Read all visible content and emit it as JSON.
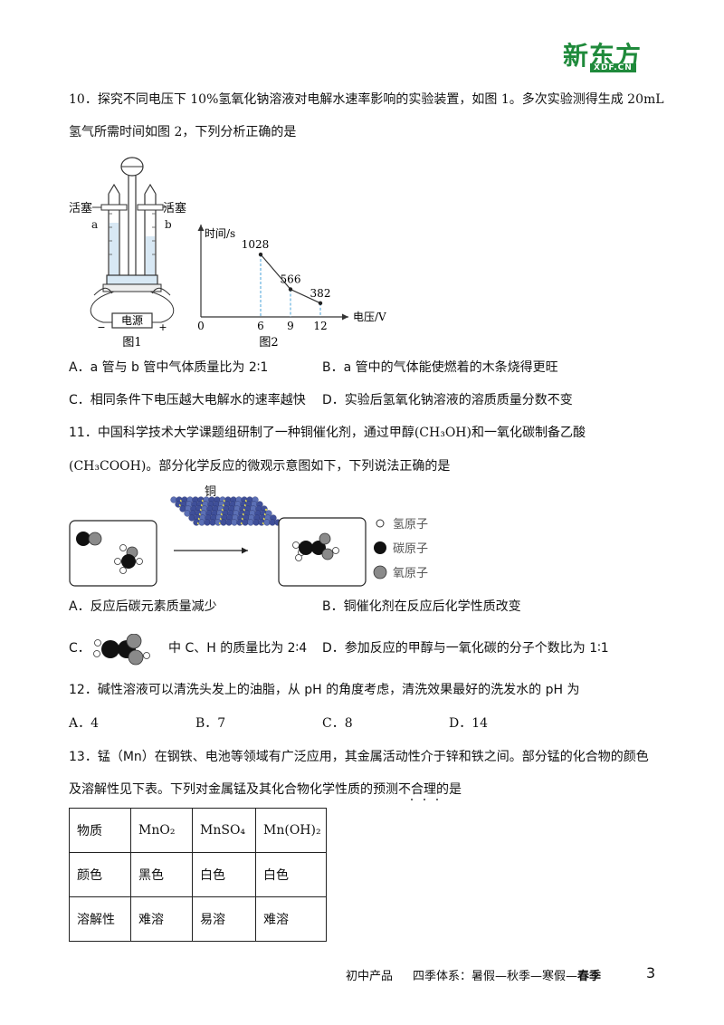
{
  "logo": {
    "cn": "新东方",
    "en": "XDF.CN"
  },
  "q10": {
    "line1": "10．探究不同电压下 10%氢氧化钠溶液对电解水速率影响的实验装置，如图 1。多次实验测得生成 20mL",
    "line2": "氢气所需时间如图 2，下列分析正确的是",
    "fig1": {
      "stopcock_left": "活塞",
      "stopcock_right": "活塞",
      "label_a": "a",
      "label_b": "b",
      "power": "电源",
      "minus": "−",
      "plus": "+",
      "caption": "图1"
    },
    "fig2": {
      "ylabel": "时间/s",
      "xlabel": "电压/V",
      "origin": "0",
      "caption": "图2"
    },
    "options": {
      "A": "A．a 管与 b 管中气体质量比为 2∶1",
      "B": "B．a 管中的气体能使燃着的木条烧得更旺",
      "C": "C．相同条件下电压越大电解水的速率越快",
      "D": "D．实验后氢氧化钠溶液的溶质质量分数不变"
    }
  },
  "chart_data": {
    "type": "line",
    "x": [
      6,
      9,
      12
    ],
    "y": [
      1028,
      566,
      382
    ],
    "xlabel": "电压/V",
    "ylabel": "时间/s",
    "point_labels": [
      "1028",
      "566",
      "382"
    ],
    "tick_labels": [
      "6",
      "9",
      "12"
    ]
  },
  "q11": {
    "line1a": "11．中国科学技术大学课题组研制了一种铜催化剂，通过甲醇",
    "methanol": "(CH₃OH)",
    "line1b": "和一氧化碳制备乙酸",
    "acetic": "(CH₃COOH)",
    "line2": "。部分化学反应的微观示意图如下，下列说法正确的是",
    "catalyst": "铜",
    "legend": {
      "h": "氢原子",
      "c": "碳原子",
      "o": "氧原子"
    },
    "options": {
      "A": "A．反应后碳元素质量减少",
      "B": "B．铜催化剂在反应后化学性质改变",
      "C_prefix": "C．",
      "C_text": "中 C、H 的质量比为 2∶4",
      "D": "D．参加反应的甲醇与一氧化碳的分子个数比为 1∶1"
    }
  },
  "q12": {
    "stem": "12．碱性溶液可以清洗头发上的油脂，从 pH 的角度考虑，清洗效果最好的洗发水的 pH 为",
    "options": {
      "A": "A．4",
      "B": "B．7",
      "C": "C．8",
      "D": "D．14"
    }
  },
  "q13": {
    "line1": "13．锰（Mn）在钢铁、电池等领域有广泛应用，其金属活动性介于锌和铁之间。部分锰的化合物的颜色",
    "line2": "及溶解性见下表。下列对金属锰及其化合物化学性质的预测不合理的是",
    "table": {
      "headers": [
        "物质",
        "MnO₂",
        "MnSO₄",
        "Mn(OH)₂"
      ],
      "rows": [
        [
          "颜色",
          "黑色",
          "白色",
          "白色"
        ],
        [
          "溶解性",
          "难溶",
          "易溶",
          "难溶"
        ]
      ]
    }
  },
  "footer": {
    "left": "初中产品",
    "series": "四季体系：暑假—秋季—寒假—",
    "bold": "春季",
    "page": "3"
  }
}
